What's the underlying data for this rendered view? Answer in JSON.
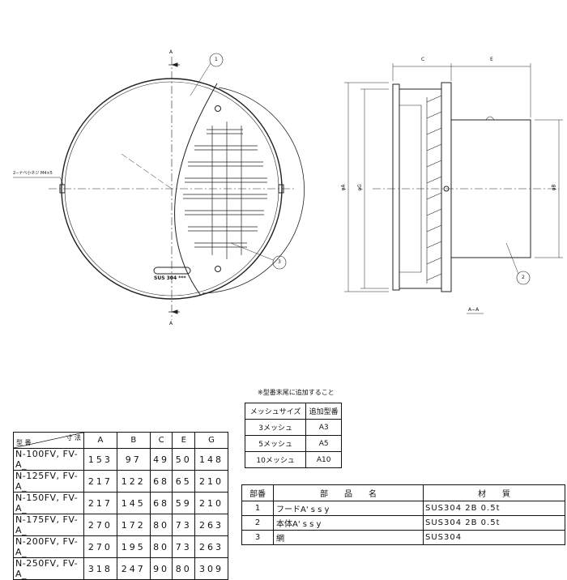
{
  "drawing": {
    "section_mark": "A",
    "section_label": "A−A",
    "screw_note": "2−ナベ小ネジ M4×5",
    "stamp": "SUS 304 ***",
    "balloons": [
      "1",
      "2",
      "3"
    ],
    "dims": {
      "C": "C",
      "E": "E",
      "phiA": "φA",
      "phiG": "φG",
      "phiB": "φB"
    }
  },
  "dimension_table": {
    "header_left": "型 番",
    "header_right": "寸 法",
    "columns": [
      "A",
      "B",
      "C",
      "E",
      "G"
    ],
    "rows": [
      {
        "model": "N-100FV, FV-A_",
        "values": [
          "153",
          "97",
          "49",
          "50",
          "148"
        ]
      },
      {
        "model": "N-125FV, FV-A_",
        "values": [
          "217",
          "122",
          "68",
          "65",
          "210"
        ]
      },
      {
        "model": "N-150FV, FV-A_",
        "values": [
          "217",
          "145",
          "68",
          "59",
          "210"
        ]
      },
      {
        "model": "N-175FV, FV-A_",
        "values": [
          "270",
          "172",
          "80",
          "73",
          "263"
        ]
      },
      {
        "model": "N-200FV, FV-A_",
        "values": [
          "270",
          "195",
          "80",
          "73",
          "263"
        ]
      },
      {
        "model": "N-250FV, FV-A_",
        "values": [
          "318",
          "247",
          "90",
          "80",
          "309"
        ]
      }
    ]
  },
  "mesh_table": {
    "note": "※型番末尾に追加すること",
    "headers": [
      "メッシュサイズ",
      "追加型番"
    ],
    "rows": [
      [
        "3メッシュ",
        "A3"
      ],
      [
        "5メッシュ",
        "A5"
      ],
      [
        "10メッシュ",
        "A10"
      ]
    ]
  },
  "parts_table": {
    "headers": [
      "部番",
      "部　　品　　名",
      "材　　質"
    ],
    "rows": [
      [
        "1",
        "フードA' s s y",
        "SUS304 2B 0.5t"
      ],
      [
        "2",
        "本体A' s s y",
        "SUS304 2B 0.5t"
      ],
      [
        "3",
        "網",
        "SUS304"
      ]
    ]
  }
}
